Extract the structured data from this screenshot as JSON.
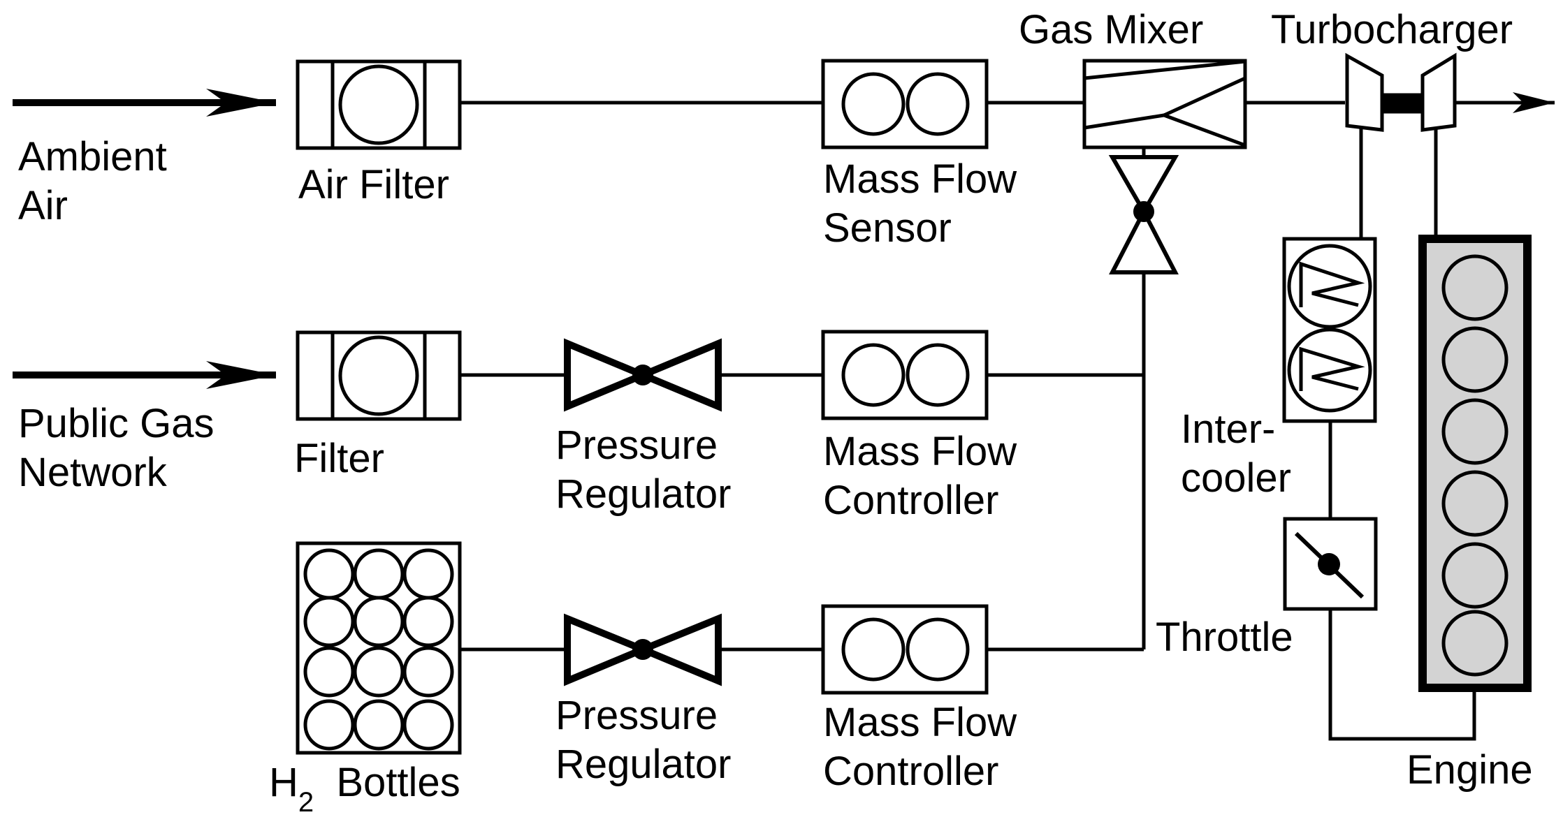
{
  "labels": {
    "ambient_air_1": "Ambient",
    "ambient_air_2": "Air",
    "air_filter": "Air Filter",
    "maf_sensor_1": "Mass Flow",
    "maf_sensor_2": "Sensor",
    "gas_mixer": "Gas Mixer",
    "turbocharger": "Turbocharger",
    "public_gas_1": "Public Gas",
    "public_gas_2": "Network",
    "filter": "Filter",
    "pressure_reg_1a": "Pressure",
    "pressure_reg_1b": "Regulator",
    "mfc1_1": "Mass Flow",
    "mfc1_2": "Controller",
    "intercooler_1": "Inter-",
    "intercooler_2": "cooler",
    "throttle": "Throttle",
    "h2_prefix": "H",
    "h2_sub": "2",
    "h2_suffix": "Bottles",
    "pressure_reg_2a": "Pressure",
    "pressure_reg_2b": "Regulator",
    "mfc2_1": "Mass Flow",
    "mfc2_2": "Controller",
    "engine": "Engine"
  },
  "colors": {
    "line": "#000000",
    "engine_fill": "#d3d3d3",
    "background": "#ffffff"
  }
}
